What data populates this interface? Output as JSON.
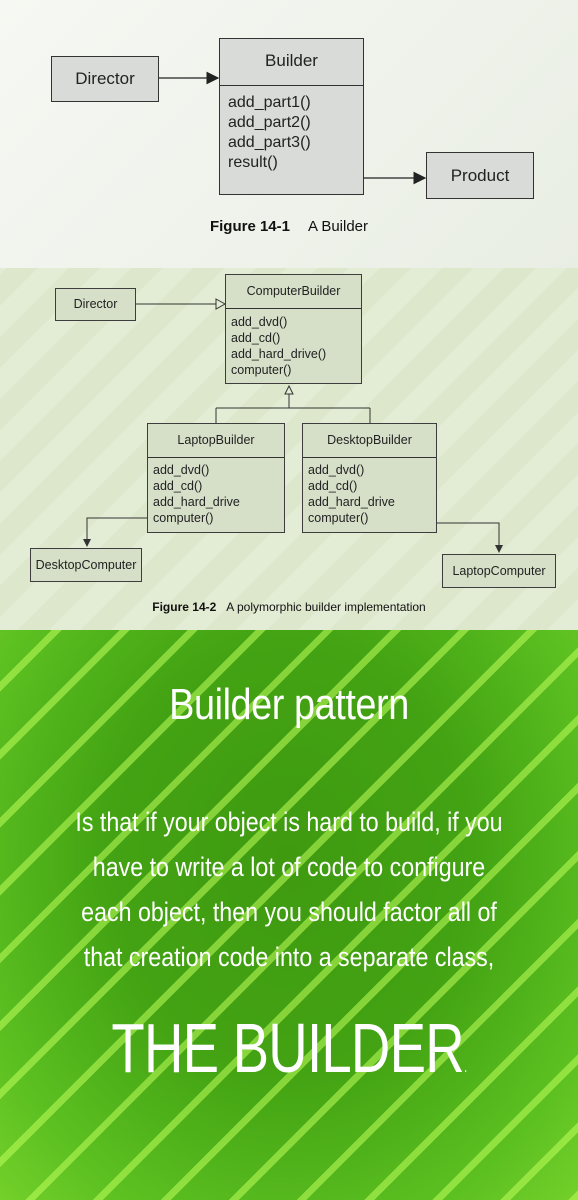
{
  "figure1": {
    "director": "Director",
    "builder": {
      "title": "Builder",
      "operations": [
        "add_part1()",
        "add_part2()",
        "add_part3()",
        "result()"
      ]
    },
    "product": "Product",
    "caption_number": "Figure 14-1",
    "caption_text": "A Builder"
  },
  "figure2": {
    "director": "Director",
    "computer_builder": {
      "title": "ComputerBuilder",
      "operations": [
        "add_dvd()",
        "add_cd()",
        "add_hard_drive()",
        "computer()"
      ]
    },
    "laptop_builder": {
      "title": "LaptopBuilder",
      "operations": [
        "add_dvd()",
        "add_cd()",
        "add_hard_drive",
        "computer()"
      ]
    },
    "desktop_builder": {
      "title": "DesktopBuilder",
      "operations": [
        "add_dvd()",
        "add_cd()",
        "add_hard_drive",
        "computer()"
      ]
    },
    "desktop_computer": "DesktopComputer",
    "laptop_computer": "LaptopComputer",
    "caption_number": "Figure 14-2",
    "caption_text": "A polymorphic builder implementation"
  },
  "poster": {
    "headline": "Builder pattern",
    "body": "Is that if your object is hard to build, if you have to write a lot of code to configure each object, then you should factor all of that creation code into a separate class,",
    "big_text": "THE BUILDER",
    "big_suffix": ".",
    "colors": {
      "background": "#43a313",
      "stripes": "#beff5a",
      "text": "#ffffff"
    }
  }
}
